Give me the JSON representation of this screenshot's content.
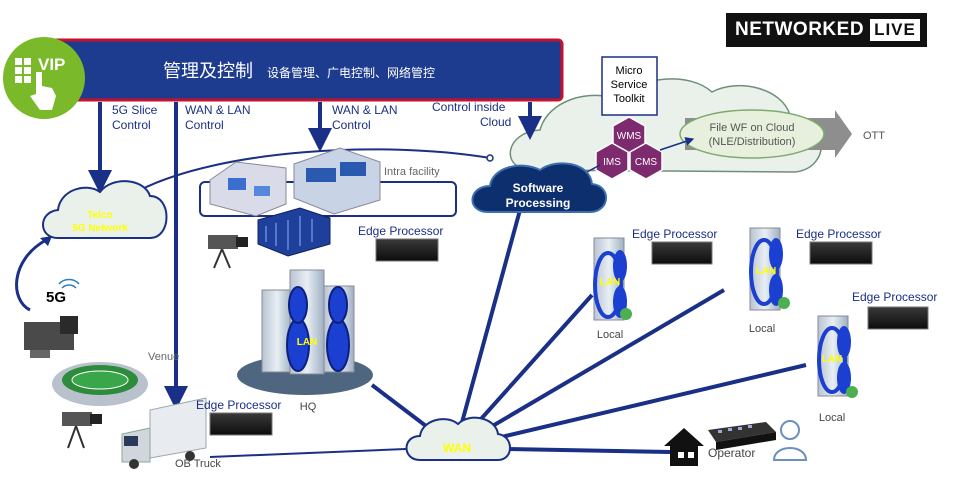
{
  "brand": {
    "name": "NETWORKED",
    "badge": "LIVE"
  },
  "vip_label": "VIP",
  "header_bar": {
    "title": "管理及控制",
    "subtitle": "设备管理、广电控制、网络管控"
  },
  "control_labels": {
    "slice_5g": [
      "5G Slice",
      "Control"
    ],
    "wan_lan_left": [
      "WAN & LAN",
      "Control"
    ],
    "wan_lan_mid": [
      "WAN & LAN",
      "Control"
    ],
    "control_cloud": [
      "Control inside",
      "Cloud"
    ]
  },
  "micro_service": {
    "label": [
      "Micro",
      "Service",
      "Toolkit"
    ],
    "hexes": [
      "WMS",
      "IMS",
      "CMS"
    ]
  },
  "file_wf": [
    "File WF on Cloud",
    "(NLE/Distribution)"
  ],
  "ott": "OTT",
  "software_processing": [
    "Software",
    "Processing"
  ],
  "telco": [
    "Telco",
    "5G Network"
  ],
  "five_g": "5G",
  "intra_facility": "Intra facility",
  "edge_processor": "Edge Processor",
  "lan": "LAN",
  "wan": "WAN",
  "hq": "HQ",
  "local": "Local",
  "venue": "Venue",
  "ob_truck": "OB Truck",
  "operator": "Operator",
  "colors": {
    "navy": "#1a2f86",
    "header_red": "#c8102e",
    "header_blue": "#1d3b8f",
    "vip_green": "#7ab929",
    "cloud": "#e9f1ea",
    "cloud_blue": "#0d2f6e",
    "hex_purple": "#7d2a6e",
    "wan_yellow": "#ffff00"
  }
}
